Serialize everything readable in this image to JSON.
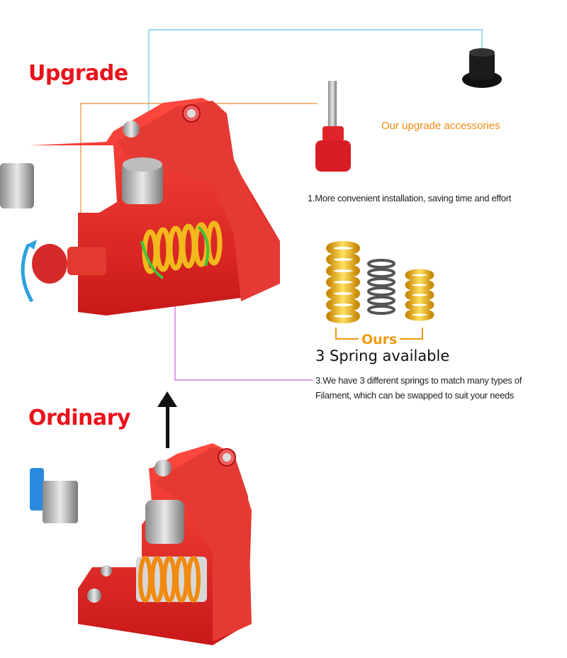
{
  "headings": {
    "upgrade": "Upgrade",
    "ordinary": "Ordinary"
  },
  "callouts": {
    "accessories": "Our upgrade accessories",
    "point1": "1.More convenient installation, saving time and effort",
    "spring_title": "3 Spring available",
    "ours": "Ours",
    "point3": "3.We have 3 different springs to match many types of Filament, which can be swapped to suit your needs"
  },
  "colors": {
    "heading_red": "#e8141c",
    "accent_orange": "#ef8a12",
    "extruder_red": "#e02a2a",
    "spring_yellow": "#f2b91d",
    "line_cyan": "#5cc8e0",
    "line_orange": "#f08a2a",
    "line_pink": "#d45ad8"
  }
}
